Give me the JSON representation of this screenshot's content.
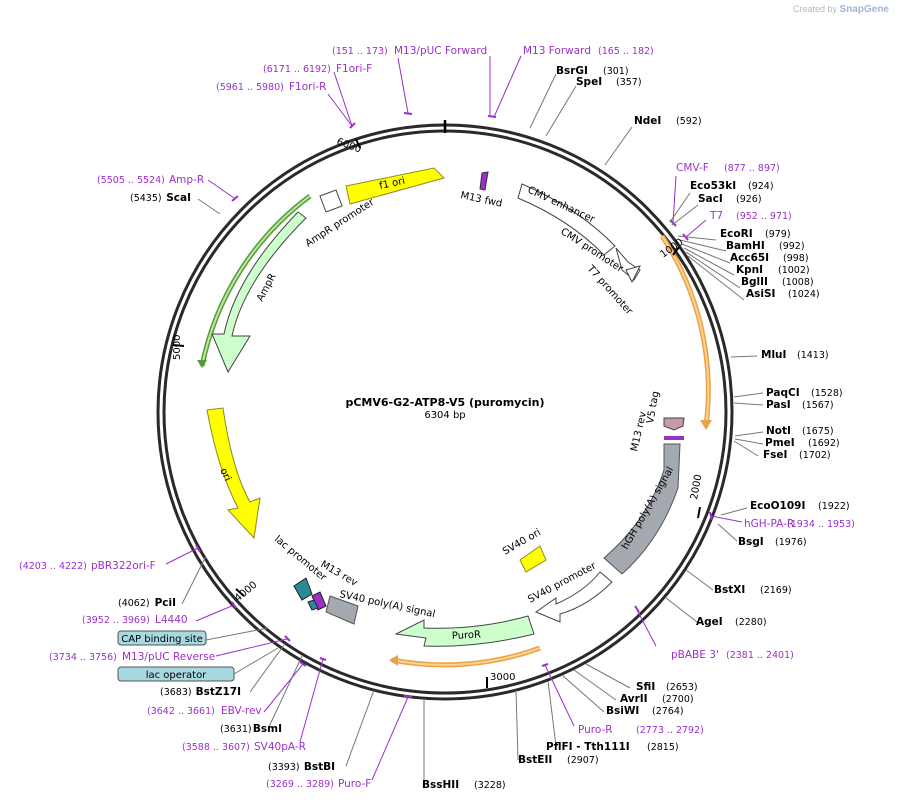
{
  "brand": {
    "created_by": "Created by",
    "name": "SnapGene"
  },
  "plasmid": {
    "name": "pCMV6-G2-ATP8-V5 (puromycin)",
    "length": "6304 bp",
    "total_bp": 6304
  },
  "colors": {
    "enzyme": "#000000",
    "primer": "#9b30c8",
    "yellow_feature": "#ffff00",
    "promoter": "#ffffff",
    "marker": "#ccffcc",
    "polyA": "#a4a9b0",
    "orf": "#ffb347",
    "tag": "#d0a0c0",
    "misc_box": "#a8d8e0"
  },
  "tick_labels": [
    {
      "label": "1000",
      "pos": 1000
    },
    {
      "label": "2000",
      "pos": 2000
    },
    {
      "label": "3000",
      "pos": 3000
    },
    {
      "label": "4000",
      "pos": 4000
    },
    {
      "label": "5000",
      "pos": 5000
    },
    {
      "label": "6000",
      "pos": 6000
    }
  ],
  "enzymes": [
    {
      "name": "BsrGI",
      "pos": "(301)"
    },
    {
      "name": "SpeI",
      "pos": "(357)"
    },
    {
      "name": "NdeI",
      "pos": "(592)"
    },
    {
      "name": "Eco53kI",
      "pos": "(924)"
    },
    {
      "name": "SacI",
      "pos": "(926)"
    },
    {
      "name": "EcoRI",
      "pos": "(979)"
    },
    {
      "name": "BamHI",
      "pos": "(992)"
    },
    {
      "name": "Acc65I",
      "pos": "(998)"
    },
    {
      "name": "KpnI",
      "pos": "(1002)"
    },
    {
      "name": "BglII",
      "pos": "(1008)"
    },
    {
      "name": "AsiSI",
      "pos": "(1024)"
    },
    {
      "name": "MluI",
      "pos": "(1413)"
    },
    {
      "name": "PaqCI",
      "pos": "(1528)"
    },
    {
      "name": "PasI",
      "pos": "(1567)"
    },
    {
      "name": "NotI",
      "pos": "(1675)"
    },
    {
      "name": "PmeI",
      "pos": "(1692)"
    },
    {
      "name": "FseI",
      "pos": "(1702)"
    },
    {
      "name": "EcoO109I",
      "pos": "(1922)"
    },
    {
      "name": "BsgI",
      "pos": "(1976)"
    },
    {
      "name": "BstXI",
      "pos": "(2169)"
    },
    {
      "name": "AgeI",
      "pos": "(2280)"
    },
    {
      "name": "SfiI",
      "pos": "(2653)"
    },
    {
      "name": "AvrII",
      "pos": "(2700)"
    },
    {
      "name": "BsiWI",
      "pos": "(2764)"
    },
    {
      "name": "PflFI - Tth111I",
      "pos": "(2815)"
    },
    {
      "name": "BstEII",
      "pos": "(2907)"
    },
    {
      "name": "BssHII",
      "pos": "(3228)"
    },
    {
      "name": "BstBI",
      "pos": "(3393)"
    },
    {
      "name": "BsmI",
      "pos": "(3631)"
    },
    {
      "name": "BstZ17I",
      "pos": "(3683)"
    },
    {
      "name": "PciI",
      "pos": "(4062)"
    },
    {
      "name": "ScaI",
      "pos": "(5435)"
    }
  ],
  "primers": [
    {
      "name": "M13/pUC Forward",
      "range": "(151 .. 173)"
    },
    {
      "name": "M13 Forward",
      "range": "(165 .. 182)"
    },
    {
      "name": "F1ori-F",
      "range": "(6171 .. 6192)"
    },
    {
      "name": "F1ori-R",
      "range": "(5961 .. 5980)"
    },
    {
      "name": "Amp-R",
      "range": "(5505 .. 5524)"
    },
    {
      "name": "CMV-F",
      "range": "(877 .. 897)"
    },
    {
      "name": "T7",
      "range": "(952 .. 971)"
    },
    {
      "name": "hGH-PA-R",
      "range": "(1934 .. 1953)"
    },
    {
      "name": "pBABE 3'",
      "range": "(2381 .. 2401)"
    },
    {
      "name": "Puro-R",
      "range": "(2773 .. 2792)"
    },
    {
      "name": "Puro-F",
      "range": "(3269 .. 3289)"
    },
    {
      "name": "SV40pA-R",
      "range": "(3588 .. 3607)"
    },
    {
      "name": "EBV-rev",
      "range": "(3642 .. 3661)"
    },
    {
      "name": "M13/pUC Reverse",
      "range": "(3734 .. 3756)"
    },
    {
      "name": "L4440",
      "range": "(3952 .. 3969)"
    },
    {
      "name": "pBR322ori-F",
      "range": "(4203 .. 4222)"
    }
  ],
  "misc_features": [
    {
      "name": "CAP binding site"
    },
    {
      "name": "lac operator"
    }
  ],
  "features": [
    {
      "name": "f1 ori"
    },
    {
      "name": "M13 fwd"
    },
    {
      "name": "CMV enhancer"
    },
    {
      "name": "CMV promoter"
    },
    {
      "name": "T7 promoter"
    },
    {
      "name": "AmpR promoter"
    },
    {
      "name": "AmpR"
    },
    {
      "name": "ori"
    },
    {
      "name": "M13 rev"
    },
    {
      "name": "V5 tag"
    },
    {
      "name": "hGH poly(A) signal"
    },
    {
      "name": "SV40 ori"
    },
    {
      "name": "SV40 promoter"
    },
    {
      "name": "PuroR"
    },
    {
      "name": "lac promoter"
    },
    {
      "name": "M13 rev"
    },
    {
      "name": "SV40 poly(A) signal"
    }
  ]
}
